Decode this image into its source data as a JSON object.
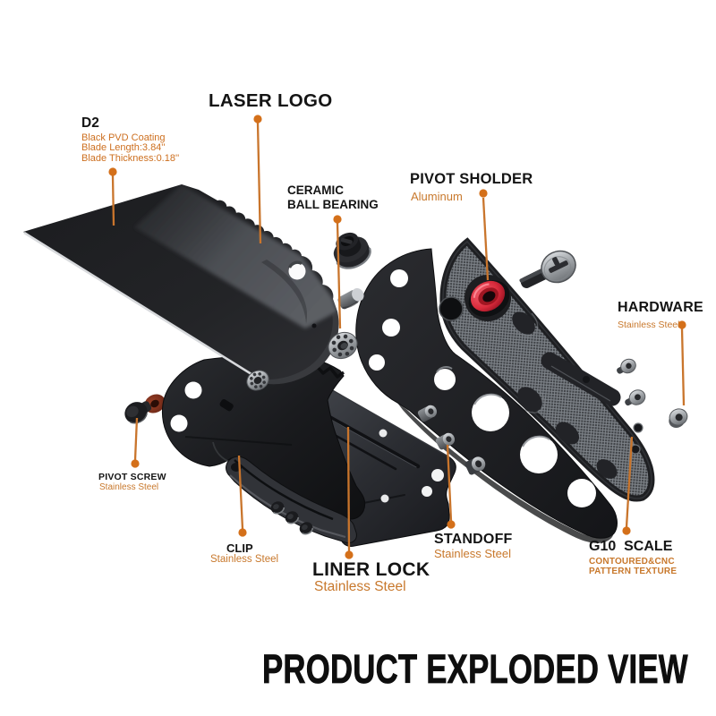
{
  "title": "PRODUCT EXPLODED VIEW",
  "accent_color": "#D2741B",
  "labels": {
    "laser_logo": {
      "name": "LASER LOGO"
    },
    "blade": {
      "name": "D2",
      "spec1": "Black PVD Coating",
      "spec2": "Blade Length:3.84''",
      "spec3": "Blade Thickness:0.18''"
    },
    "ceramic_bearing": {
      "name_line1": "CERAMIC",
      "name_line2": "BALL BEARING"
    },
    "pivot_sholder": {
      "name": "PIVOT SHOLDER",
      "material": "Aluminum"
    },
    "hardware": {
      "name": "HARDWARE",
      "material": "Stainless Steel"
    },
    "pivot_screw": {
      "name": "PIVOT SCREW",
      "material": "Stainless Steel"
    },
    "clip": {
      "name": "CLIP",
      "material": "Stainless Steel"
    },
    "liner_lock": {
      "name": "LINER LOCK",
      "material": "Stainless Steel"
    },
    "standoff": {
      "name": "STANDOFF",
      "material": "Stainless Steel"
    },
    "g10_scale": {
      "name": "G10  SCALE",
      "material_line1": "CONTOURED&CNC",
      "material_line2": "PATTERN TEXTURE"
    }
  }
}
